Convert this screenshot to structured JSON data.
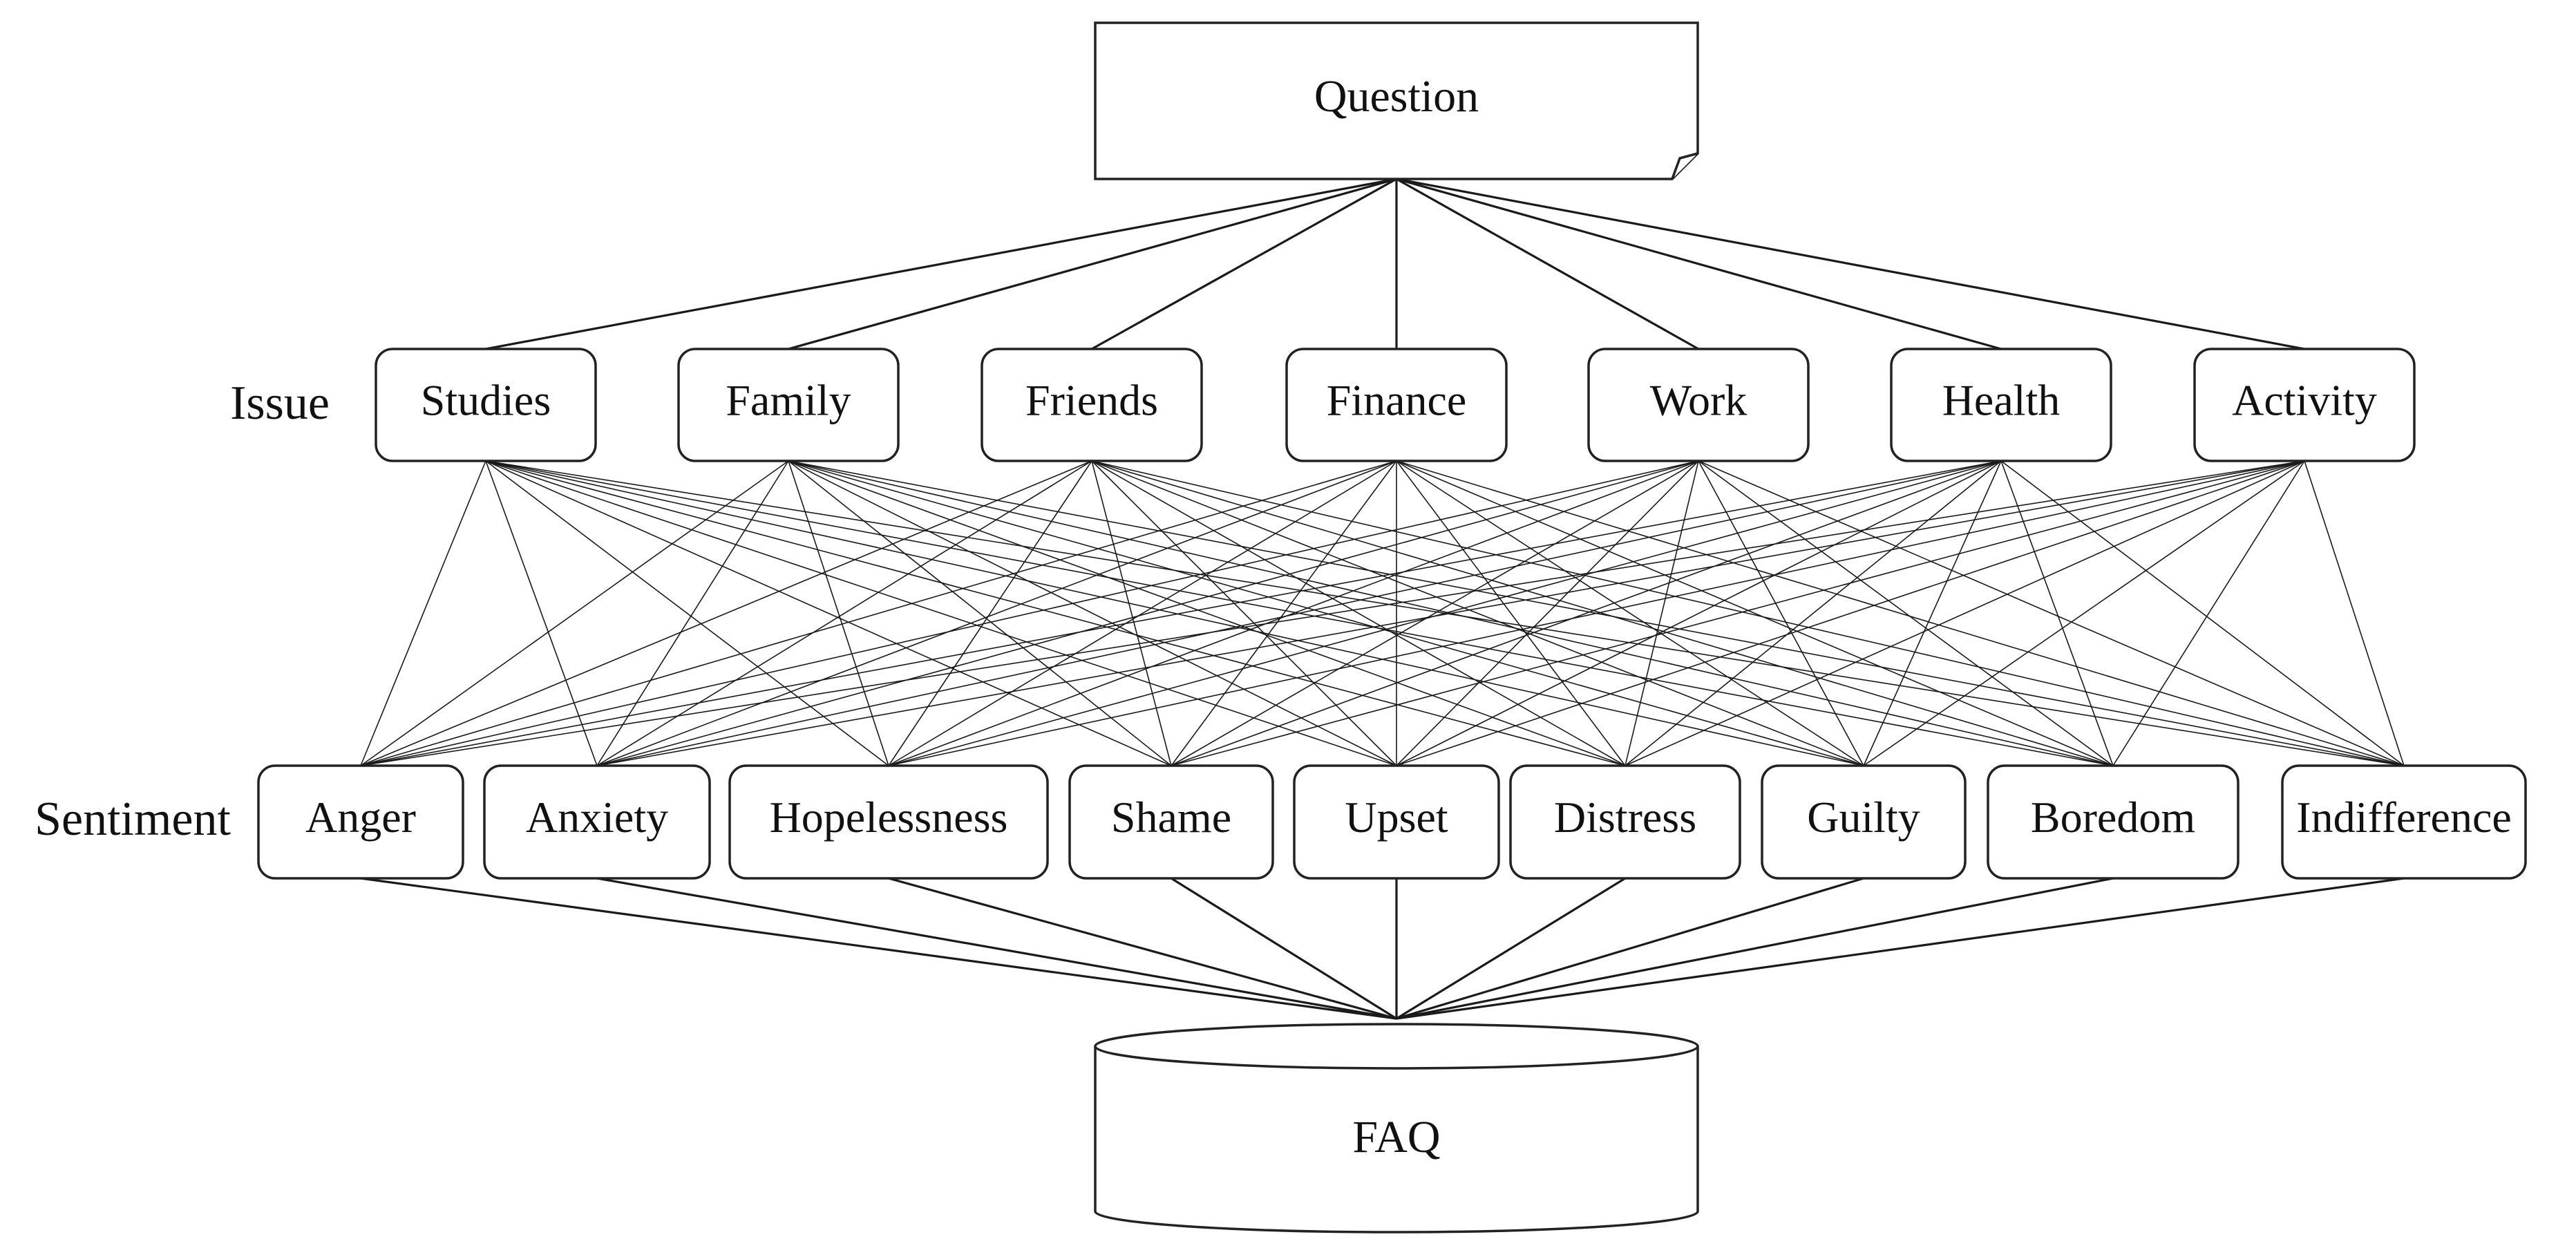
{
  "question": {
    "label": "Question"
  },
  "issue_row": {
    "label": "Issue",
    "items": [
      "Studies",
      "Family",
      "Friends",
      "Finance",
      "Work",
      "Health",
      "Activity"
    ]
  },
  "sentiment_row": {
    "label": "Sentiment",
    "items": [
      "Anger",
      "Anxiety",
      "Hopelessness",
      "Shame",
      "Upset",
      "Distress",
      "Guilty",
      "Boredom",
      "Indifference"
    ]
  },
  "faq": {
    "label": "FAQ"
  },
  "colors": {
    "stroke": "#222222",
    "background": "#ffffff",
    "text": "#111111"
  }
}
